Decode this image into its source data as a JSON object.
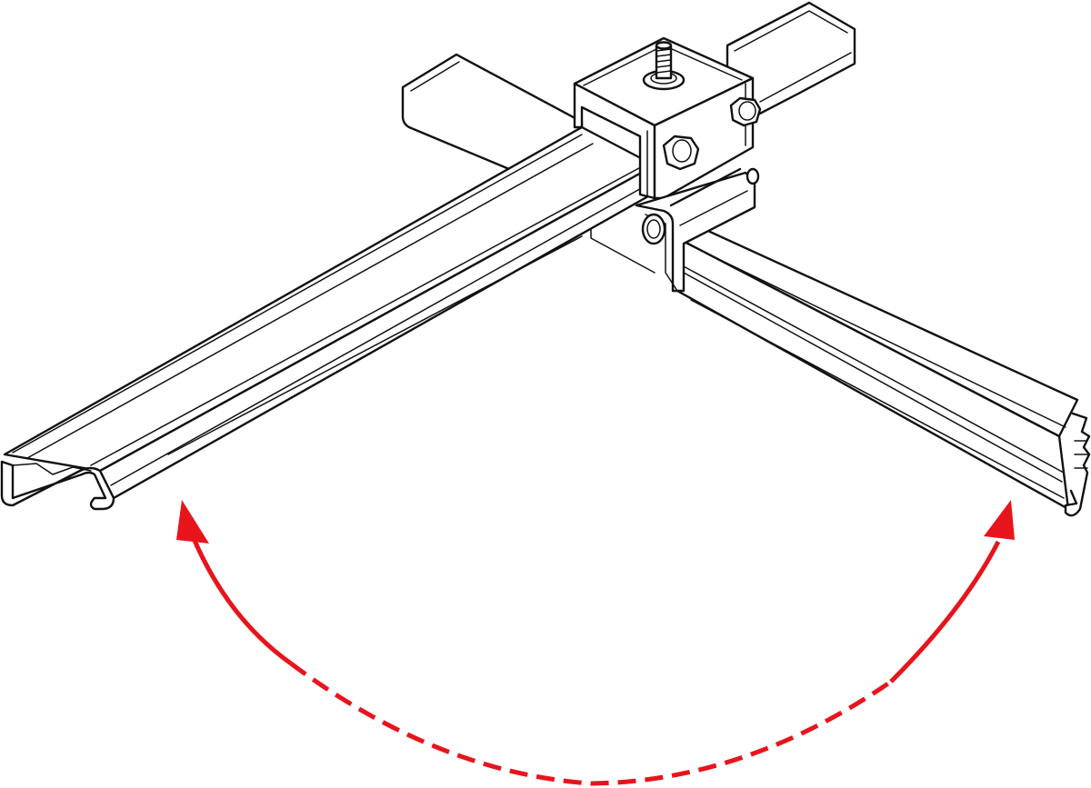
{
  "diagram": {
    "subject": "strut-channel-cross-clamp-rotation",
    "components": {
      "rear_channel": "strut-channel",
      "front_left_channel": "strut-channel",
      "front_right_channel": "strut-channel",
      "upper_clamp": "square-clamp-bracket",
      "lower_clamp": "u-clamp-bracket",
      "stud": "threaded-stud",
      "bolts": [
        "hex-bolt",
        "hex-bolt",
        "hex-bolt"
      ]
    },
    "rotation_indicator": {
      "icon": "curved-double-arrow-icon",
      "style": "dashed",
      "color": "#e8141c"
    },
    "colors": {
      "ink": "#111111",
      "background": "#ffffff",
      "arrow": "#e8141c"
    }
  }
}
